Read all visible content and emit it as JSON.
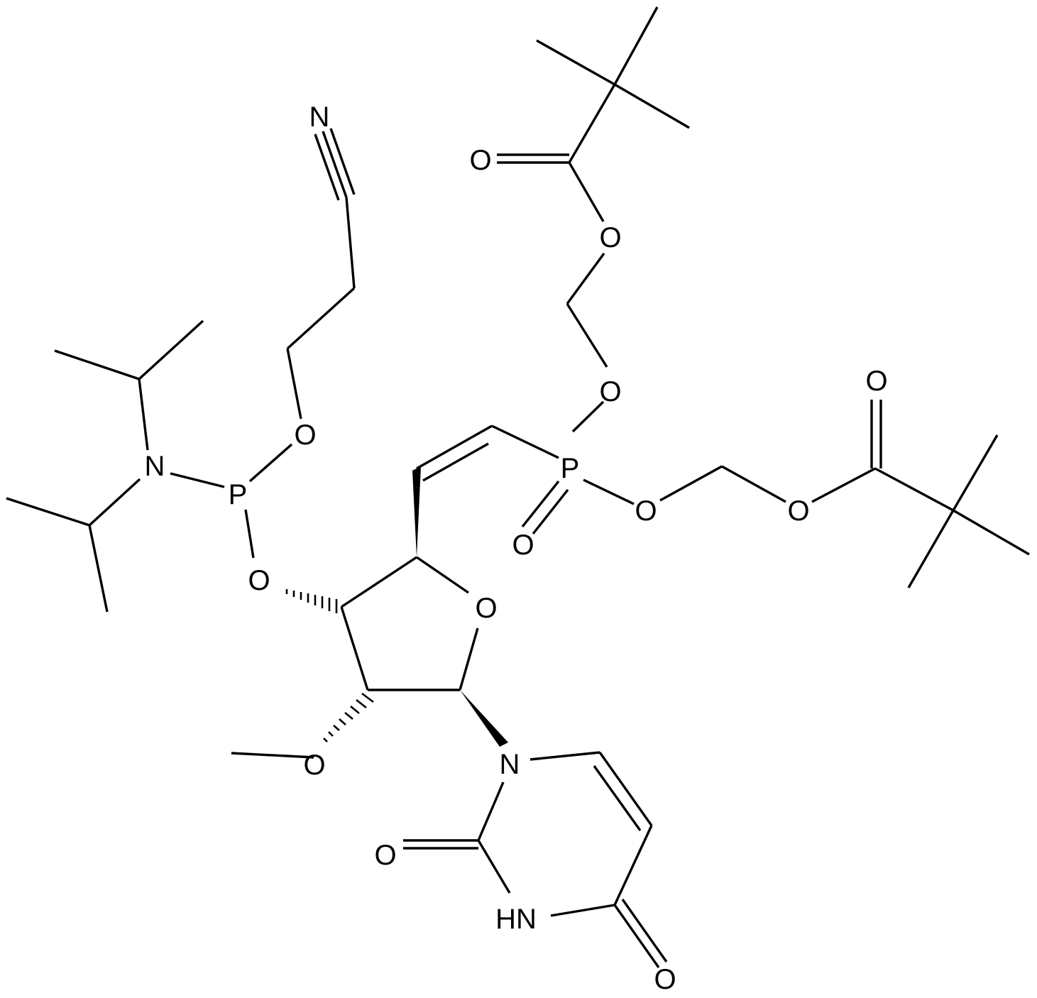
{
  "atoms": {
    "cyano_n": "N",
    "phos_o_cyanoethyl": "O",
    "amidite_p": "P",
    "amidite_n": "N",
    "amidite_o3": "O",
    "ring_o": "O",
    "methoxy_o": "O",
    "uracil_n1": "N",
    "uracil_o2": "O",
    "uracil_n3h": "HN",
    "uracil_o4": "O",
    "phosphonate_p": "P",
    "phosphonate_oxo": "O",
    "phosphonate_o_upper": "O",
    "phosphonate_o_right": "O",
    "pom1_ester_o": "O",
    "pom1_carbonyl_o": "O",
    "pom2_ester_o": "O",
    "pom2_carbonyl_o": "O"
  }
}
